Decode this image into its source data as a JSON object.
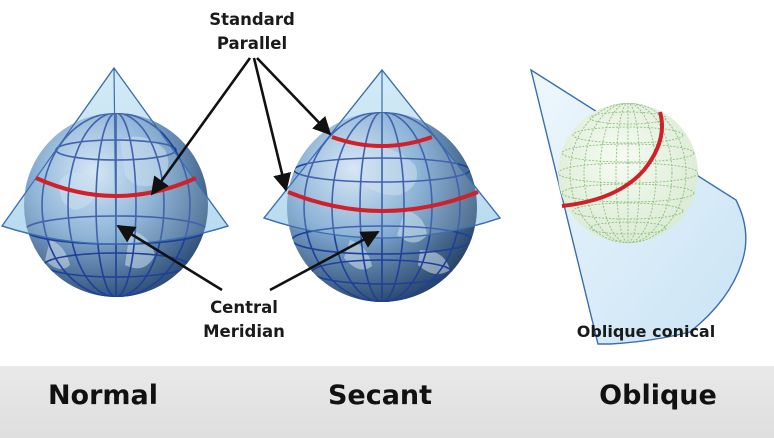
{
  "labels": {
    "standard_parallel": [
      "Standard",
      "Parallel"
    ],
    "central_meridian": [
      "Central",
      "Meridian"
    ],
    "oblique_conical": "Oblique conical"
  },
  "captions": {
    "normal": "Normal",
    "secant": "Secant",
    "oblique": "Oblique"
  },
  "colors": {
    "cone_fill": "#bfe0f2",
    "cone_stroke": "#3a6fb0",
    "globe_ocean": "#5a8fbf",
    "graticule": "#1f3f9a",
    "standard_parallel_line": "#d0202a",
    "oblique_graticule": "#8cc07a",
    "arrow": "#111111",
    "footer": "#e3e3e3"
  }
}
